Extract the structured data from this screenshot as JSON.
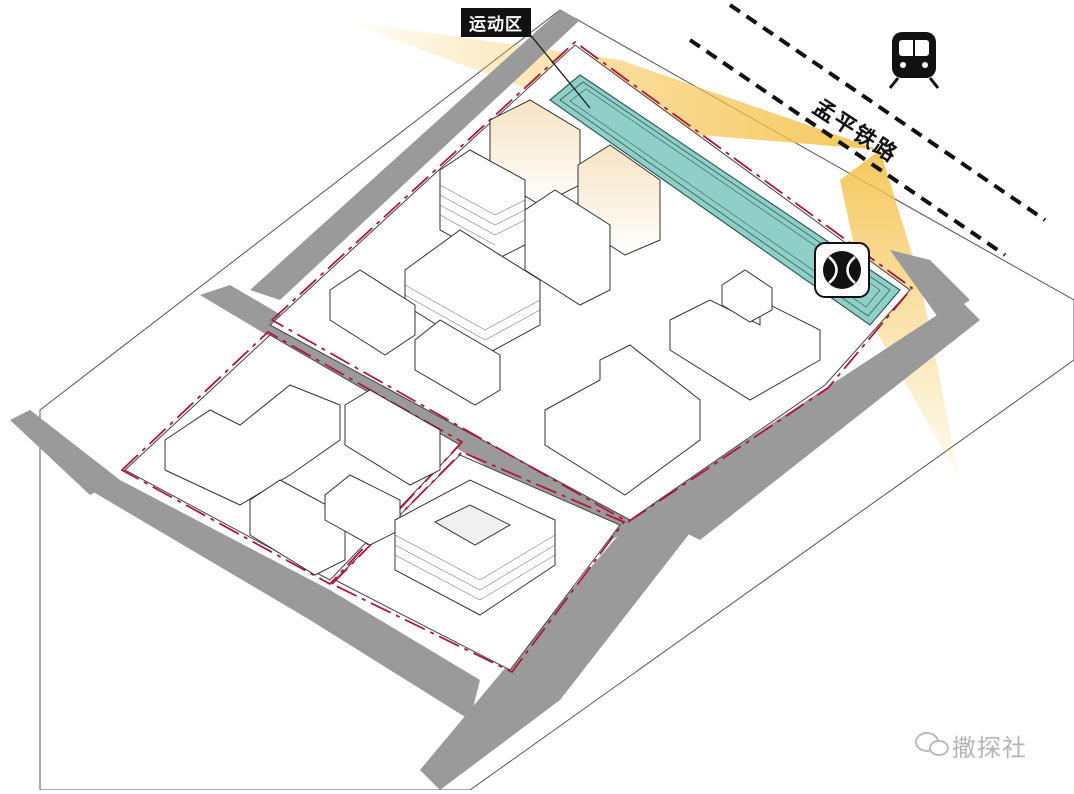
{
  "labels": {
    "sports_zone": "运动区",
    "railway": "孟平铁路",
    "watermark": "撒探社"
  },
  "icons": {
    "train": "train-icon",
    "ball": "tennis-ball-icon",
    "wechat": "wechat-icon"
  },
  "colors": {
    "road": "#9a9a9a",
    "boundary": "#b0173a",
    "sports_field": "#8fcfc8",
    "railway_glow": "#f5c24a",
    "building_highlight": "#f7e3c2"
  }
}
